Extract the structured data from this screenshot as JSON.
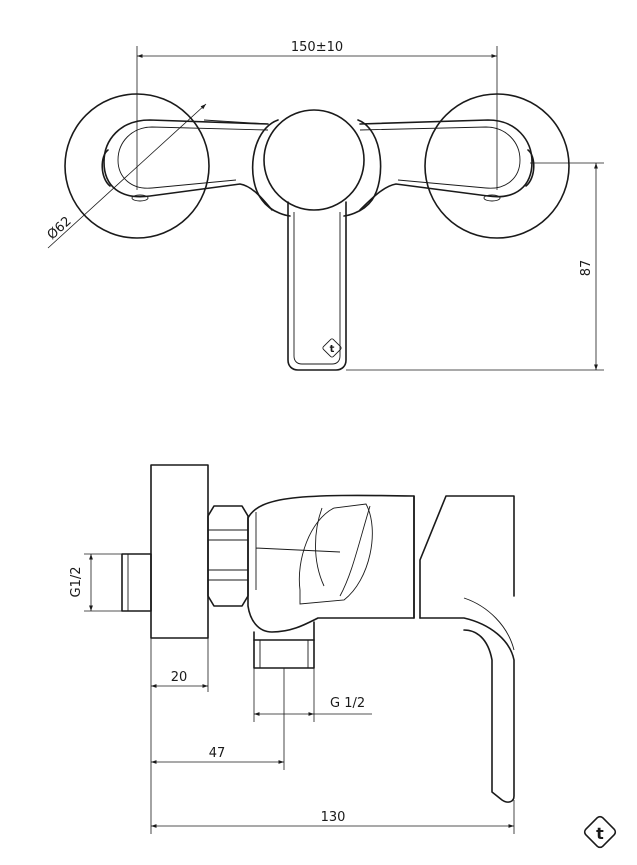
{
  "dimensions": {
    "centers": "150±10",
    "diameter": "Ø62",
    "height": "87",
    "inlet_thread": "G1/2",
    "rosette_depth": "20",
    "outlet_thread": "G 1/2",
    "outlet_offset": "47",
    "overall_depth": "130"
  },
  "logo": {
    "glyph": "t"
  }
}
